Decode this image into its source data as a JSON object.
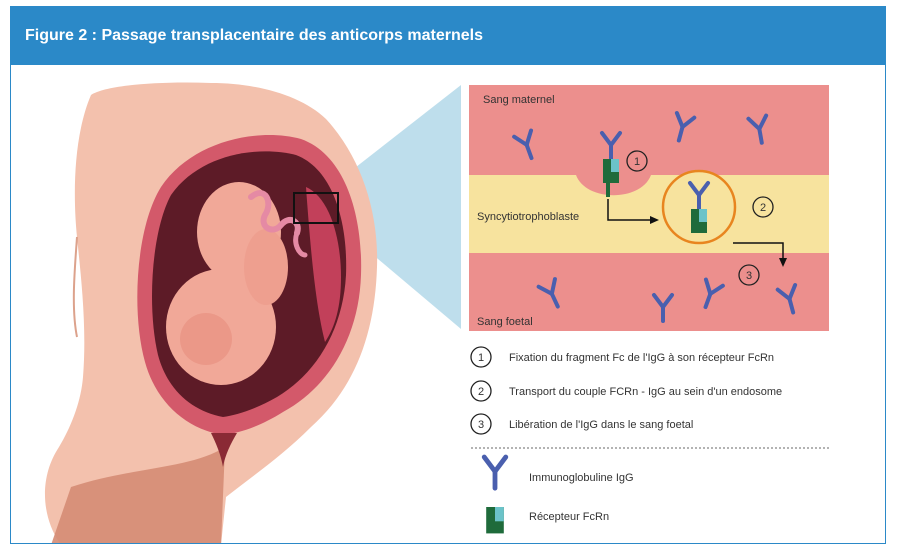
{
  "header": {
    "title": "Figure 2 : Passage transplacentaire des anticorps maternels"
  },
  "zones": {
    "maternal": "Sang maternel",
    "syncytio": "Syncytiotrophoblaste",
    "fetal": "Sang foetal"
  },
  "steps": [
    {
      "num": "1",
      "text": "Fixation du fragment Fc de l'IgG à son récepteur FcRn"
    },
    {
      "num": "2",
      "text": "Transport du couple FCRn - IgG au sein d'un endosome"
    },
    {
      "num": "3",
      "text": "Libération de l'IgG dans le sang foetal"
    }
  ],
  "legend": [
    {
      "icon": "igg-antibody-icon",
      "label": "Immunoglobuline IgG"
    },
    {
      "icon": "fcrn-receptor-icon",
      "label": "Récepteur FcRn"
    }
  ],
  "colors": {
    "header": "#2b89c8",
    "maternal_blood": "#ec8f8d",
    "syncytio": "#f7e39e",
    "antibody": "#4a5fae",
    "receptor_dark": "#1f6b3b",
    "receptor_light": "#6bc3c9",
    "endosome": "#e8851f",
    "zoom_cone": "#a8d3e6"
  }
}
